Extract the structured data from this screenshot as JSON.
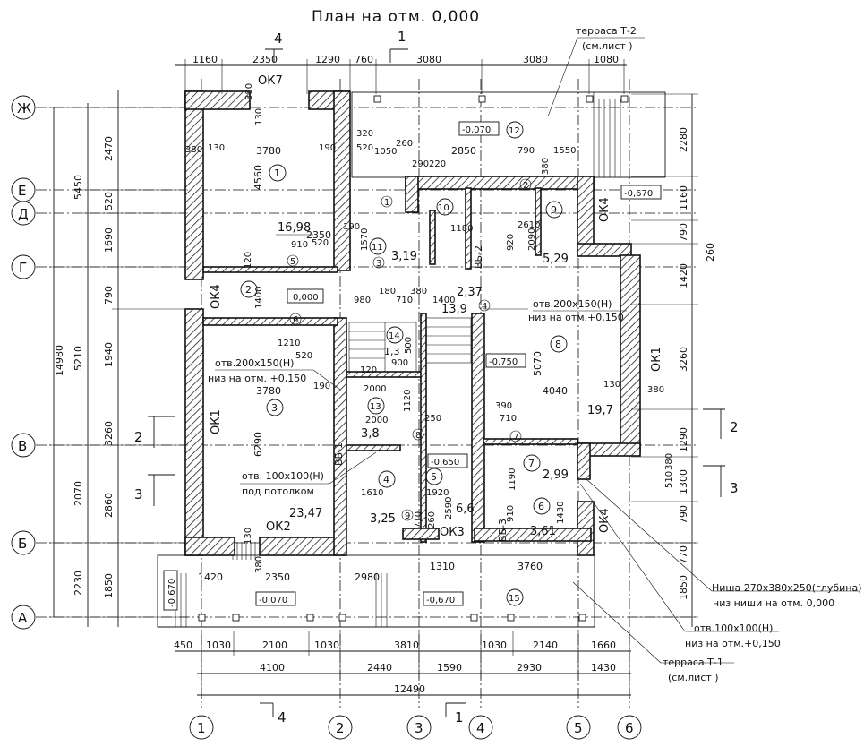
{
  "title": "План на отм. 0,000",
  "section_marks": {
    "top_left": "4",
    "top_right": "1",
    "bottom_left": "4",
    "bottom_right": "1",
    "right_2": "2",
    "right_3": "3",
    "left_2": "2",
    "left_3": "3"
  },
  "axes_vertical": [
    "1",
    "2",
    "3",
    "4",
    "5",
    "6"
  ],
  "axes_horizontal": [
    "Ж",
    "Е",
    "Д",
    "Г",
    "В",
    "Б",
    "А"
  ],
  "dims_top_row1": [
    "1160",
    "2350",
    "1290",
    "760",
    "3080",
    "3080",
    "1080"
  ],
  "dims_bottom_row1": [
    "450",
    "1030",
    "2100",
    "1030",
    "3810",
    "1030",
    "2140",
    "1660"
  ],
  "dims_bottom_row2": [
    "4100",
    "2440",
    "1590",
    "2930",
    "1430"
  ],
  "dim_bottom_total": "12490",
  "dims_left_outer": [
    "5450",
    "5210",
    "2070",
    "2230"
  ],
  "dim_left_total": "14980",
  "dims_left_inner": [
    "2470",
    "520",
    "1690",
    "790",
    "1940",
    "3260",
    "2860",
    "1850"
  ],
  "dims_right": [
    "2280",
    "1160",
    "790",
    "260",
    "1420",
    "3260",
    "1290",
    "1300",
    "510",
    "380",
    "790",
    "770",
    "1850"
  ],
  "terrace_t2": {
    "line1": "терраса Т-2",
    "line2": "(см.лист )"
  },
  "terrace_t1": {
    "line1": "терраса Т-1",
    "line2": "(см.лист )"
  },
  "niche": {
    "line1": "Ниша 270х380х250(глубина)",
    "line2": "низ ниши   на отм. 0,000"
  },
  "opening_note": {
    "line1": "отв.100х100(Н)",
    "line2": "низ на отм.+0,150"
  },
  "opening_a": {
    "line1": "отв.200х150(Н)",
    "line2": "низ на отм.+0,150"
  },
  "opening_b": {
    "line1": "отв.200х150(Н)",
    "line2": "низ на отм. +0,150"
  },
  "opening_c": {
    "line1": "отв. 100х100(Н)",
    "line2": "под потолком"
  },
  "levels": [
    "-0,070",
    "-0,670",
    "0,000",
    "-0,750",
    "-0,650",
    "-0,070",
    "-0,670",
    "-0,670"
  ],
  "room_numbers": [
    "1",
    "2",
    "3",
    "4",
    "5",
    "6",
    "7",
    "8",
    "9",
    "10",
    "11",
    "12",
    "13",
    "14",
    "15"
  ],
  "areas": [
    "16,98",
    "3,19",
    "5,29",
    "2,37",
    "13,9",
    "19,7",
    "3,8",
    "2,99",
    "23,47",
    "3,25",
    "6,6",
    "3,61",
    "1,3"
  ],
  "window_labels": [
    "ОК7",
    "ОК4",
    "ОК1",
    "ОК2",
    "ОК3",
    "ОК4",
    "ОК1",
    "ОК4"
  ],
  "beams": [
    "ВБ-1",
    "ВБ-2",
    "ВБ-3"
  ],
  "interior_dims": [
    "380",
    "130",
    "3780",
    "190",
    "380",
    "130",
    "4560",
    "320",
    "520",
    "1050",
    "260",
    "2850",
    "790",
    "1550",
    "380",
    "290",
    "220",
    "1570",
    "2350",
    "190",
    "520",
    "910",
    "120",
    "1400",
    "980",
    "180",
    "710",
    "380",
    "1400",
    "1210",
    "520",
    "3780",
    "6290",
    "190",
    "2000",
    "2000",
    "1120",
    "250",
    "1610",
    "1920",
    "2590",
    "710",
    "260",
    "1420",
    "2350",
    "2980",
    "1310",
    "3760",
    "130",
    "380",
    "5070",
    "4040",
    "130",
    "380",
    "710",
    "390",
    "1190",
    "1430",
    "910",
    "2610",
    "2090",
    "920",
    "1180",
    "900",
    "500",
    "120"
  ],
  "circle_marks": [
    "1",
    "2",
    "3",
    "4",
    "5",
    "6",
    "7",
    "8",
    "9"
  ]
}
